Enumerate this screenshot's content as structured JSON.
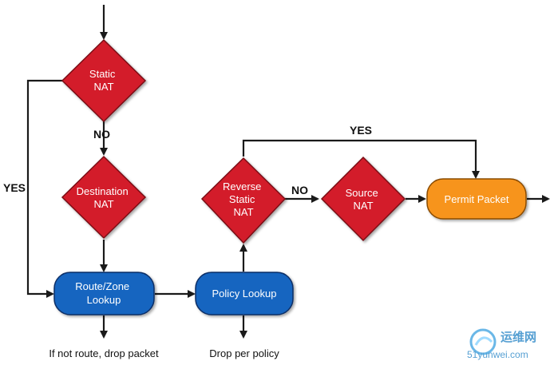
{
  "nodes": {
    "static_nat": [
      "Static",
      "NAT"
    ],
    "destination_nat": [
      "Destination",
      "NAT"
    ],
    "route_zone_lookup": [
      "Route/Zone",
      "Lookup"
    ],
    "policy_lookup": [
      "Policy Lookup"
    ],
    "reverse_static_nat": [
      "Reverse",
      "Static",
      "NAT"
    ],
    "source_nat": [
      "Source",
      "NAT"
    ],
    "permit_packet": [
      "Permit Packet"
    ]
  },
  "edge_labels": {
    "static_no": "NO",
    "static_yes": "YES",
    "reverse_no": "NO",
    "reverse_yes": "YES"
  },
  "notes": {
    "route_drop": "If not route, drop packet",
    "policy_drop": "Drop per policy"
  },
  "watermark": {
    "text_cn": "运维网",
    "text_latin": "51yunwei.com",
    "logo_icon": "swirl-logo-icon"
  },
  "colors": {
    "decision_fill": "#d31d2a",
    "decision_stroke": "#7a0e15",
    "process_fill": "#1565c0",
    "process_stroke": "#0b2f66",
    "terminal_fill": "#f7941d",
    "terminal_stroke": "#8a4c06",
    "line": "#1a1a1a"
  }
}
